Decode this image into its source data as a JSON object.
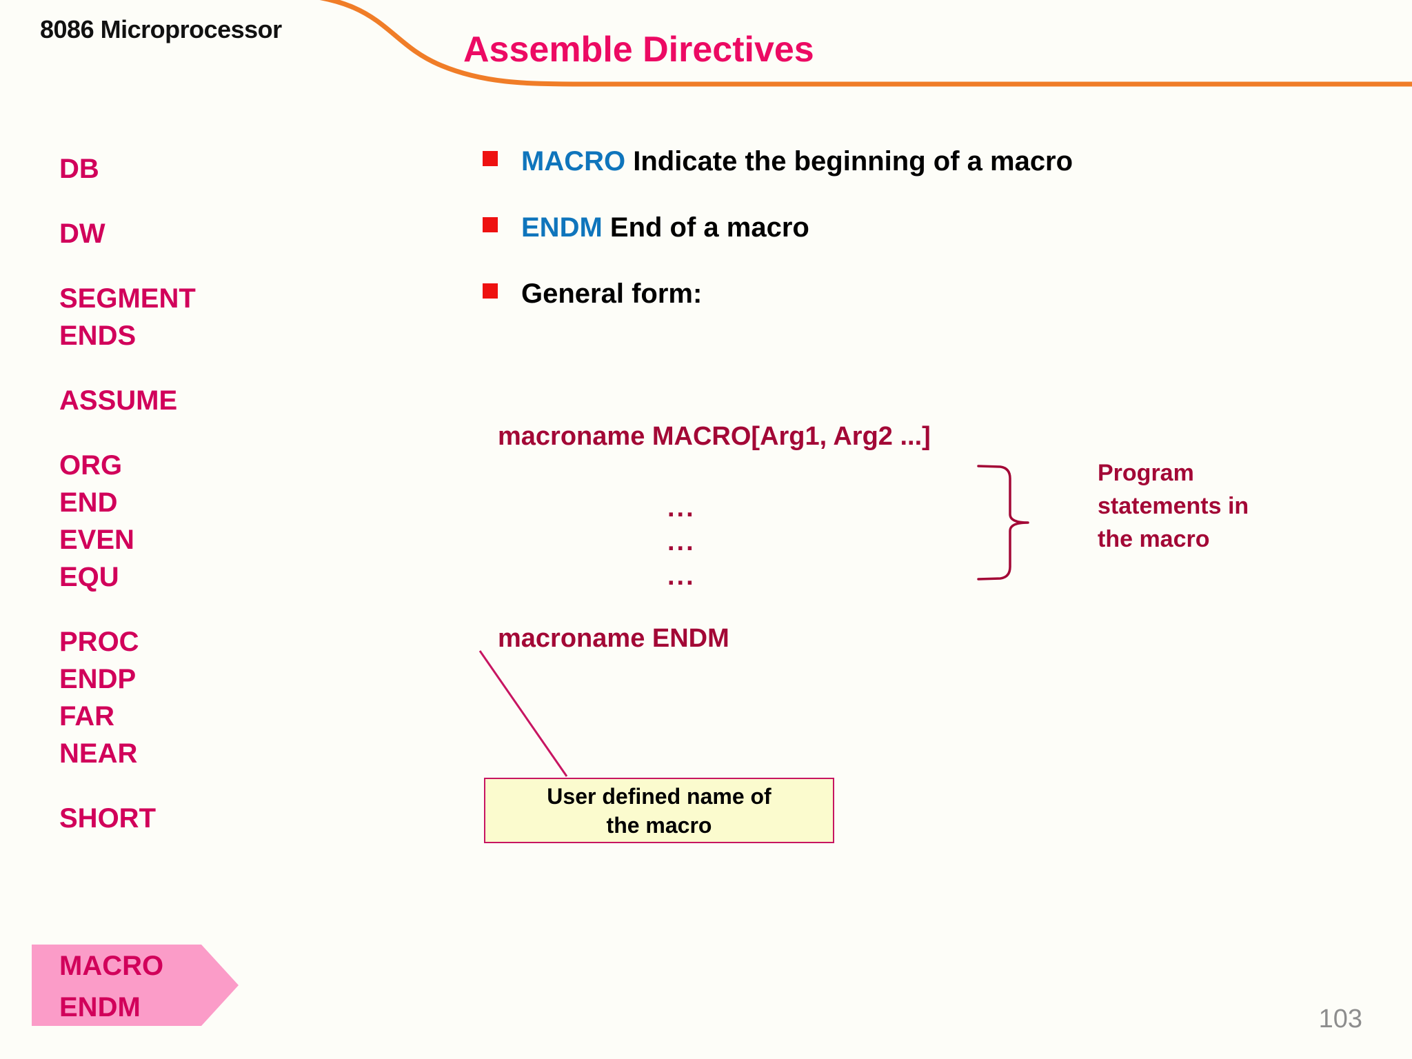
{
  "header": {
    "subtitle": "8086 Microprocessor",
    "title": "Assemble Directives",
    "accent_color": "#f07d28",
    "title_color": "#ec0a63"
  },
  "sidebar": {
    "groups": [
      {
        "items": [
          "DB"
        ]
      },
      {
        "items": [
          "DW"
        ]
      },
      {
        "items": [
          "SEGMENT",
          "ENDS"
        ]
      },
      {
        "items": [
          "ASSUME"
        ]
      },
      {
        "items": [
          "ORG",
          "END",
          "EVEN",
          "EQU"
        ]
      },
      {
        "items": [
          "PROC",
          "ENDP",
          "FAR",
          "NEAR"
        ]
      },
      {
        "items": [
          "SHORT"
        ]
      }
    ],
    "highlight": {
      "items": [
        "MACRO",
        "ENDM"
      ],
      "fill_color": "#fb9cc8",
      "text_color": "#d1005a"
    },
    "text_color": "#d1005a"
  },
  "bullets": [
    {
      "keyword": "MACRO",
      "text": " Indicate the beginning of a macro"
    },
    {
      "keyword": "ENDM",
      "text": " End of a macro"
    },
    {
      "keyword": "",
      "text": "General form:"
    }
  ],
  "bullet_marker_color": "#ee1111",
  "keyword_color": "#0f75bc",
  "code": {
    "header_line": "macroname MACRO[Arg1, Arg2 ...]",
    "dots": [
      "...",
      "...",
      "..."
    ],
    "footer_line": "macroname ENDM",
    "color": "#a30836"
  },
  "annotations": {
    "brace_note": [
      "Program",
      "statements in",
      "the macro"
    ],
    "brace_color": "#a30836",
    "callout": {
      "lines": [
        "User defined name of",
        "the macro"
      ],
      "fill_color": "#fbfbce",
      "border_color": "#c71561",
      "text_color": "#000000"
    },
    "leader_color": "#c71561"
  },
  "footer": {
    "page_number": "103"
  }
}
